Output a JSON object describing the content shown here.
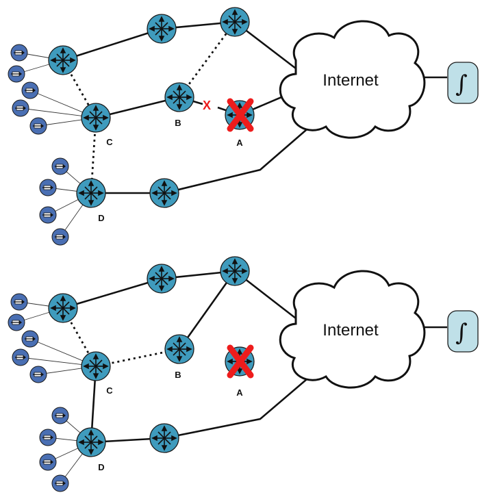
{
  "internet_label": "Internet",
  "server_symbol": "∫",
  "failure_mark": "X",
  "colors": {
    "router_fill": "#3f9bbd",
    "host_fill": "#4a6fb3",
    "server_fill": "#bfe0e8",
    "failure": "#ee1c1c"
  },
  "panels": [
    {
      "labels": {
        "A": "A",
        "B": "B",
        "C": "C",
        "D": "D"
      }
    },
    {
      "labels": {
        "A": "A",
        "B": "B",
        "C": "C",
        "D": "D"
      }
    }
  ]
}
